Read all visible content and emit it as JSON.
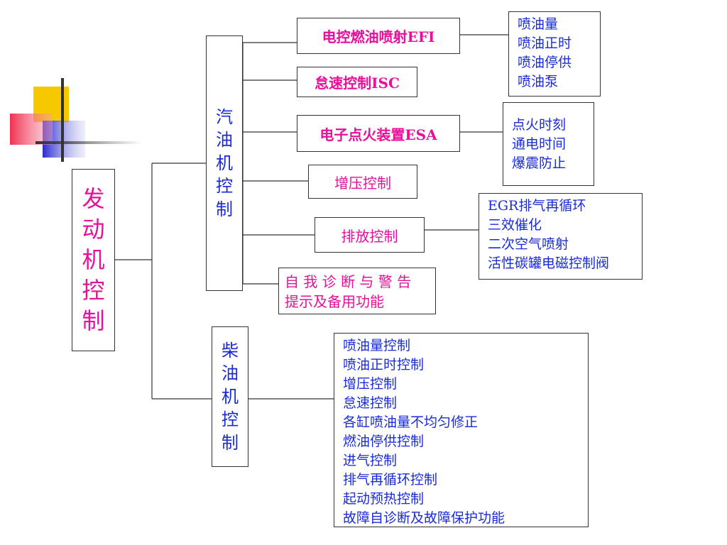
{
  "root": {
    "label": "发动机控制",
    "color": "#e8109a"
  },
  "gasoline": {
    "label": "汽油机控制",
    "color": "#1a2bd8",
    "items": [
      {
        "label": "电控燃油喷射EFI",
        "details": [
          "喷油量",
          "喷油正时",
          "喷油停供",
          "喷油泵"
        ]
      },
      {
        "label": "怠速控制ISC",
        "details": []
      },
      {
        "label": "电子点火装置ESA",
        "details": [
          "点火时刻",
          "通电时间",
          "爆震防止"
        ]
      },
      {
        "label": "增压控制",
        "details": []
      },
      {
        "label": "排放控制",
        "details": [
          "EGR排气再循环",
          "三效催化",
          "二次空气喷射",
          "活性碳罐电磁控制阀"
        ]
      },
      {
        "label": "自 我 诊 断 与 警 告 提示及备用功能",
        "details": []
      }
    ]
  },
  "diesel": {
    "label": "柴油机控制",
    "color": "#1a2bd8",
    "details": [
      "喷油量控制",
      "喷油正时控制",
      "增压控制",
      "怠速控制",
      "各缸喷油量不均匀修正",
      "燃油停供控制",
      "进气控制",
      "排气再循环控制",
      "起动预热控制",
      "故障自诊断及故障保护功能"
    ]
  },
  "colors": {
    "item_text": "#e8109a",
    "detail_text": "#1a2bd8",
    "decor_yellow": "#f5c800",
    "decor_blue": "#3a3ad8",
    "decor_red": "#f03050"
  }
}
